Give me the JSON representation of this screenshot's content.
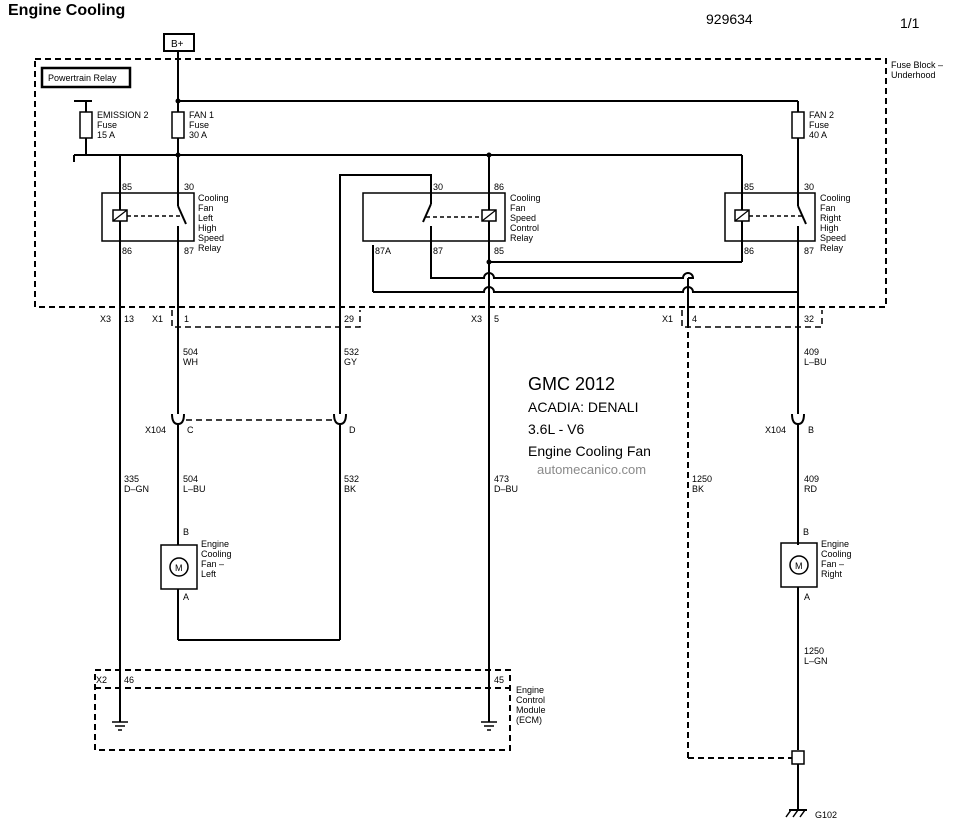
{
  "header": {
    "title": "Engine Cooling",
    "doc_number": "929634",
    "page": "1/1"
  },
  "power": {
    "source": "B+"
  },
  "fuse_block": {
    "label_line1": "Fuse Block –",
    "label_line2": "Underhood"
  },
  "powertrain_relay": {
    "label": "Powertrain Relay"
  },
  "fuses": [
    {
      "l1": "EMISSION 2",
      "l2": "Fuse",
      "l3": "15 A"
    },
    {
      "l1": "FAN 1",
      "l2": "Fuse",
      "l3": "30 A"
    },
    {
      "l1": "FAN 2",
      "l2": "Fuse",
      "l3": "40 A"
    }
  ],
  "relays": {
    "left": {
      "lines": [
        "Cooling",
        "Fan",
        "Left",
        "High",
        "Speed",
        "Relay"
      ],
      "p85": "85",
      "p30": "30",
      "p86": "86",
      "p87": "87"
    },
    "control": {
      "lines": [
        "Cooling",
        "Fan",
        "Speed",
        "Control",
        "Relay"
      ],
      "p30": "30",
      "p86": "86",
      "p87a": "87A",
      "p87": "87",
      "p85": "85"
    },
    "right": {
      "lines": [
        "Cooling",
        "Fan",
        "Right",
        "High",
        "Speed",
        "Relay"
      ],
      "p85": "85",
      "p30": "30",
      "p86": "86",
      "p87": "87"
    }
  },
  "connectors": {
    "x3a_name": "X3",
    "x3a_pin": "13",
    "x1a_name": "X1",
    "x1a_pin1": "1",
    "x1a_pin2": "29",
    "x3b_name": "X3",
    "x3b_pin": "5",
    "x1b_name": "X1",
    "x1b_pin1": "4",
    "x1b_pin2": "32",
    "x104_left": "X104",
    "x104_c": "C",
    "x104_d": "D",
    "x104_right": "X104",
    "x104_b": "B",
    "x2_name": "X2",
    "x2_pin1": "46",
    "x2_pin2": "45"
  },
  "wires": {
    "w504wh": [
      "504",
      "WH"
    ],
    "w532gy": [
      "532",
      "GY"
    ],
    "w409lbu": [
      "409",
      "L–BU"
    ],
    "w335dgn": [
      "335",
      "D–GN"
    ],
    "w504lbu": [
      "504",
      "L–BU"
    ],
    "w532bk": [
      "532",
      "BK"
    ],
    "w473dbu": [
      "473",
      "D–BU"
    ],
    "w1250bk": [
      "1250",
      "BK"
    ],
    "w409rd": [
      "409",
      "RD"
    ],
    "w1250lgn": [
      "1250",
      "L–GN"
    ]
  },
  "motors": {
    "left": {
      "lines": [
        "Engine",
        "Cooling",
        "Fan –",
        "Left"
      ],
      "pin_b": "B",
      "pin_a": "A",
      "symbol": "M"
    },
    "right": {
      "lines": [
        "Engine",
        "Cooling",
        "Fan –",
        "Right"
      ],
      "pin_b": "B",
      "pin_a": "A",
      "symbol": "M"
    }
  },
  "ecm": {
    "lines": [
      "Engine",
      "Control",
      "Module",
      "(ECM)"
    ]
  },
  "ground": {
    "label": "G102"
  },
  "info": {
    "line1": "GMC 2012",
    "line2": "ACADIA: DENALI",
    "line3": "3.6L - V6",
    "line4": "Engine Cooling Fan",
    "watermark": "automecanico.com"
  }
}
